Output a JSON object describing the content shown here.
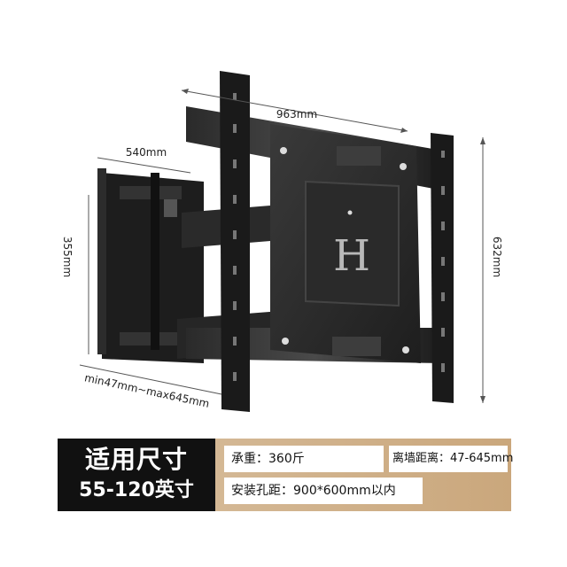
{
  "dimensions": {
    "width_total": "963mm",
    "arm_depth": "540mm",
    "bracket_height": "355mm",
    "plate_height": "632mm",
    "extension": "min47mm~max645mm"
  },
  "logo_letter": "H",
  "specs": {
    "title": "适用尺寸",
    "size_range": "55-120英寸",
    "load": "承重：360斤",
    "wall_distance": "离墙距离：47-645mm",
    "hole_spacing": "安装孔距：900*600mm以内"
  }
}
